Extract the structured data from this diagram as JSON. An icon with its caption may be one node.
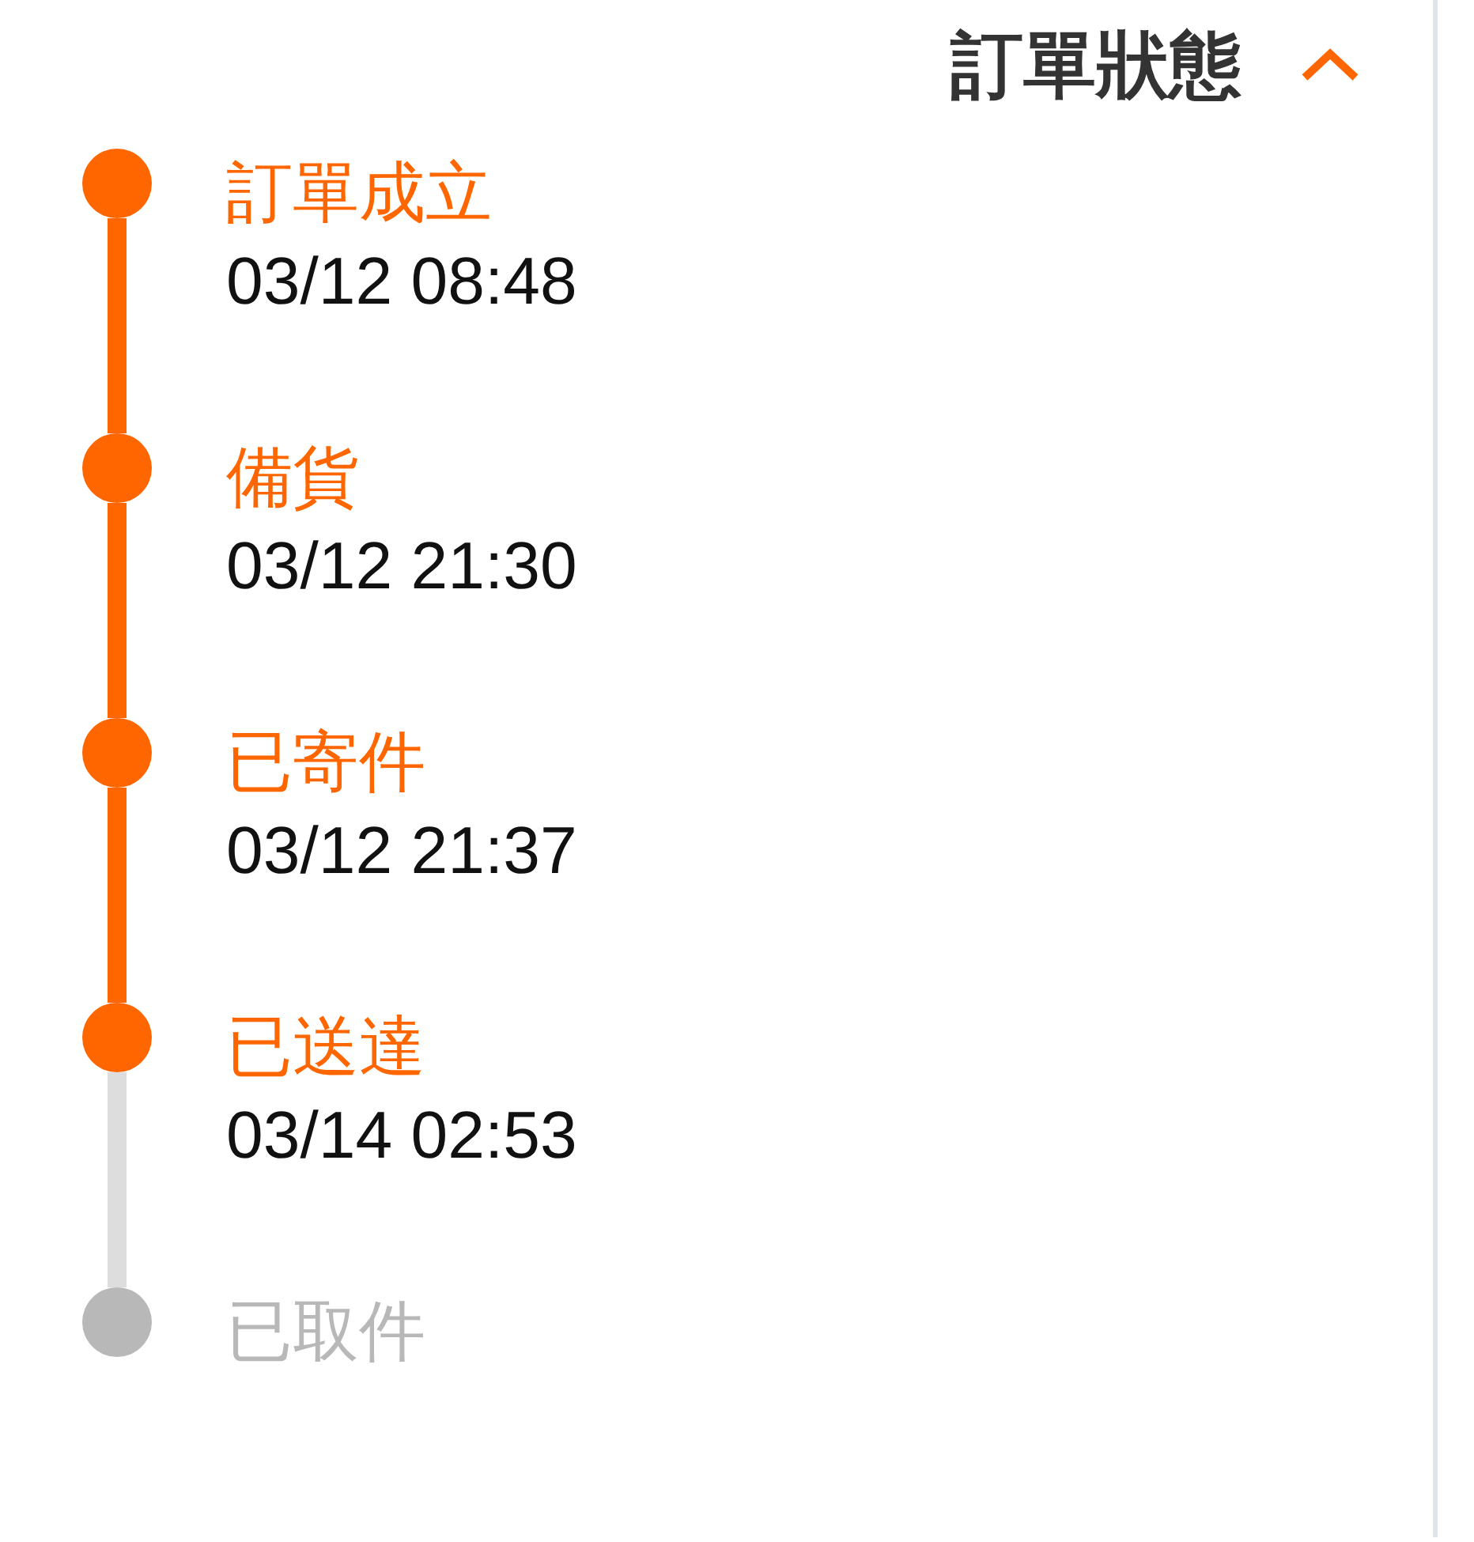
{
  "diagram": {
    "title": "訂單狀態",
    "nodes": [
      {
        "text": [],
        "shape": "circle",
        "beside": [
          "訂單成立",
          "03/12 08:48"
        ]
      },
      {
        "text": [],
        "shape": "circle",
        "beside": [
          "備貨",
          "03/12 21:30"
        ]
      },
      {
        "text": [],
        "shape": "circle",
        "beside": [
          "已寄件",
          "03/12 21:37"
        ]
      },
      {
        "text": [],
        "shape": "circle",
        "beside": [
          "已送達",
          "03/14 02:53"
        ]
      },
      {
        "text": [],
        "shape": "circle",
        "beside": [
          "已取件"
        ]
      }
    ],
    "edges": [
      {
        "from": 0,
        "to": 1,
        "arrow": "none"
      },
      {
        "from": 1,
        "to": 2,
        "arrow": "none"
      },
      {
        "from": 2,
        "to": 3,
        "arrow": "none"
      },
      {
        "from": 3,
        "to": 4,
        "arrow": "none",
        "color": "#dddddd"
      }
    ]
  }
}
